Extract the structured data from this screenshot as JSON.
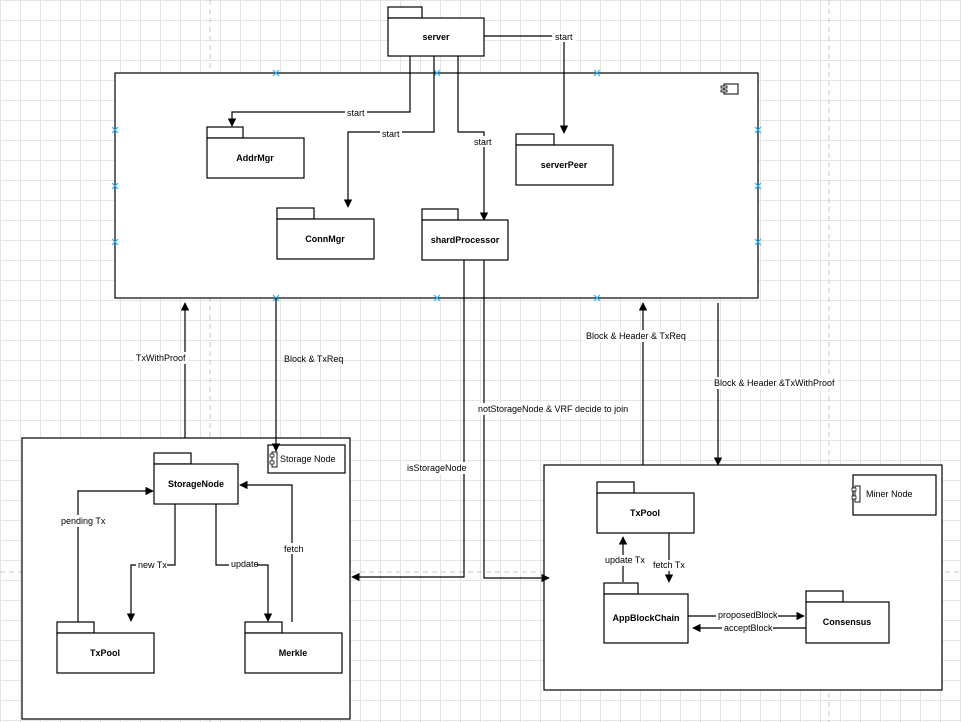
{
  "packages": {
    "server": "server",
    "addrmgr": "AddrMgr",
    "serverpeer": "serverPeer",
    "connmgr": "ConnMgr",
    "shardprocessor": "shardProcessor",
    "storagenode": "StorageNode",
    "txpool_storage": "TxPool",
    "merkle": "Merkle",
    "txpool_miner": "TxPool",
    "appblockchain": "AppBlockChain",
    "consensus": "Consensus"
  },
  "components": {
    "storage_node": "Storage Node",
    "miner_node": "Miner Node"
  },
  "edges": {
    "start_serverpeer": "start",
    "start_addrmgr": "start",
    "start_connmgr": "start",
    "start_shardprocessor": "start",
    "txwithproof": "TxWithProof",
    "block_txreq": "Block & TxReq",
    "block_header_txreq": "Block & Header & TxReq",
    "block_header_txwithproof": "Block & Header &TxWithProof",
    "notstoragenode": "notStorageNode & VRF decide to join",
    "isstoragenode": "isStorageNode",
    "pending_tx": "pending Tx",
    "new_tx": "new Tx",
    "update": "update",
    "fetch": "fetch",
    "update_tx": "update Tx",
    "fetch_tx": "fetch Tx",
    "proposed_block": "proposedBlock",
    "accept_block": "acceptBlock"
  },
  "colors": {
    "grid": "#e4e4e4",
    "selection_handle": "#29b6f2",
    "stroke": "#000000"
  }
}
